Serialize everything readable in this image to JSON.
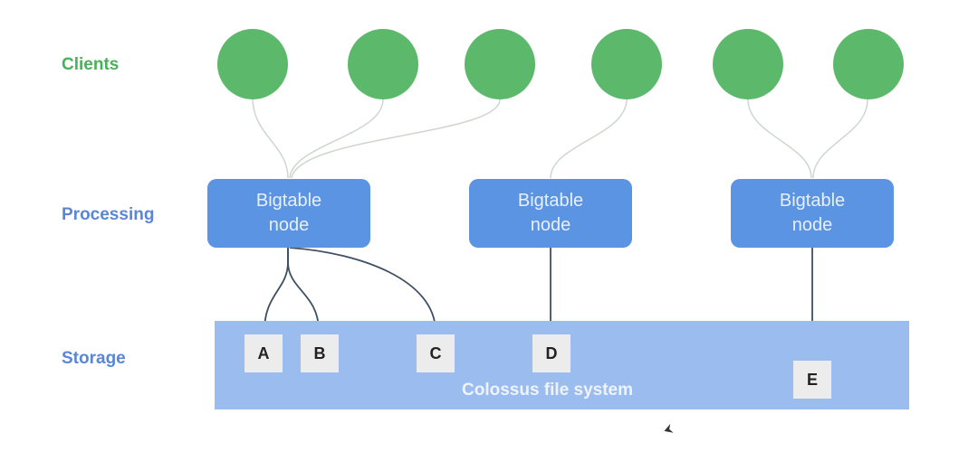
{
  "colors": {
    "client": "#5cb96b",
    "clients_label": "#4caf5c",
    "node": "#5b94e2",
    "tier_label": "#5a86d6",
    "storage": "#9bbcef",
    "client_link": "#cfd6cf",
    "storage_link": "#3f4f63"
  },
  "tiers": {
    "clients": "Clients",
    "processing": "Processing",
    "storage": "Storage"
  },
  "clients": [
    {
      "id": "c1",
      "connects_to": "n1"
    },
    {
      "id": "c2",
      "connects_to": "n1"
    },
    {
      "id": "c3",
      "connects_to": "n1"
    },
    {
      "id": "c4",
      "connects_to": "n2"
    },
    {
      "id": "c5",
      "connects_to": "n3"
    },
    {
      "id": "c6",
      "connects_to": "n3"
    }
  ],
  "nodes": [
    {
      "id": "n1",
      "line1": "Bigtable",
      "line2": "node",
      "writes_to": [
        "A",
        "B",
        "C"
      ]
    },
    {
      "id": "n2",
      "line1": "Bigtable",
      "line2": "node",
      "writes_to": [
        "D"
      ]
    },
    {
      "id": "n3",
      "line1": "Bigtable",
      "line2": "node",
      "writes_to": [
        "E"
      ]
    }
  ],
  "storage": {
    "label": "Colossus file system",
    "blocks": [
      "A",
      "B",
      "C",
      "D",
      "E"
    ]
  }
}
